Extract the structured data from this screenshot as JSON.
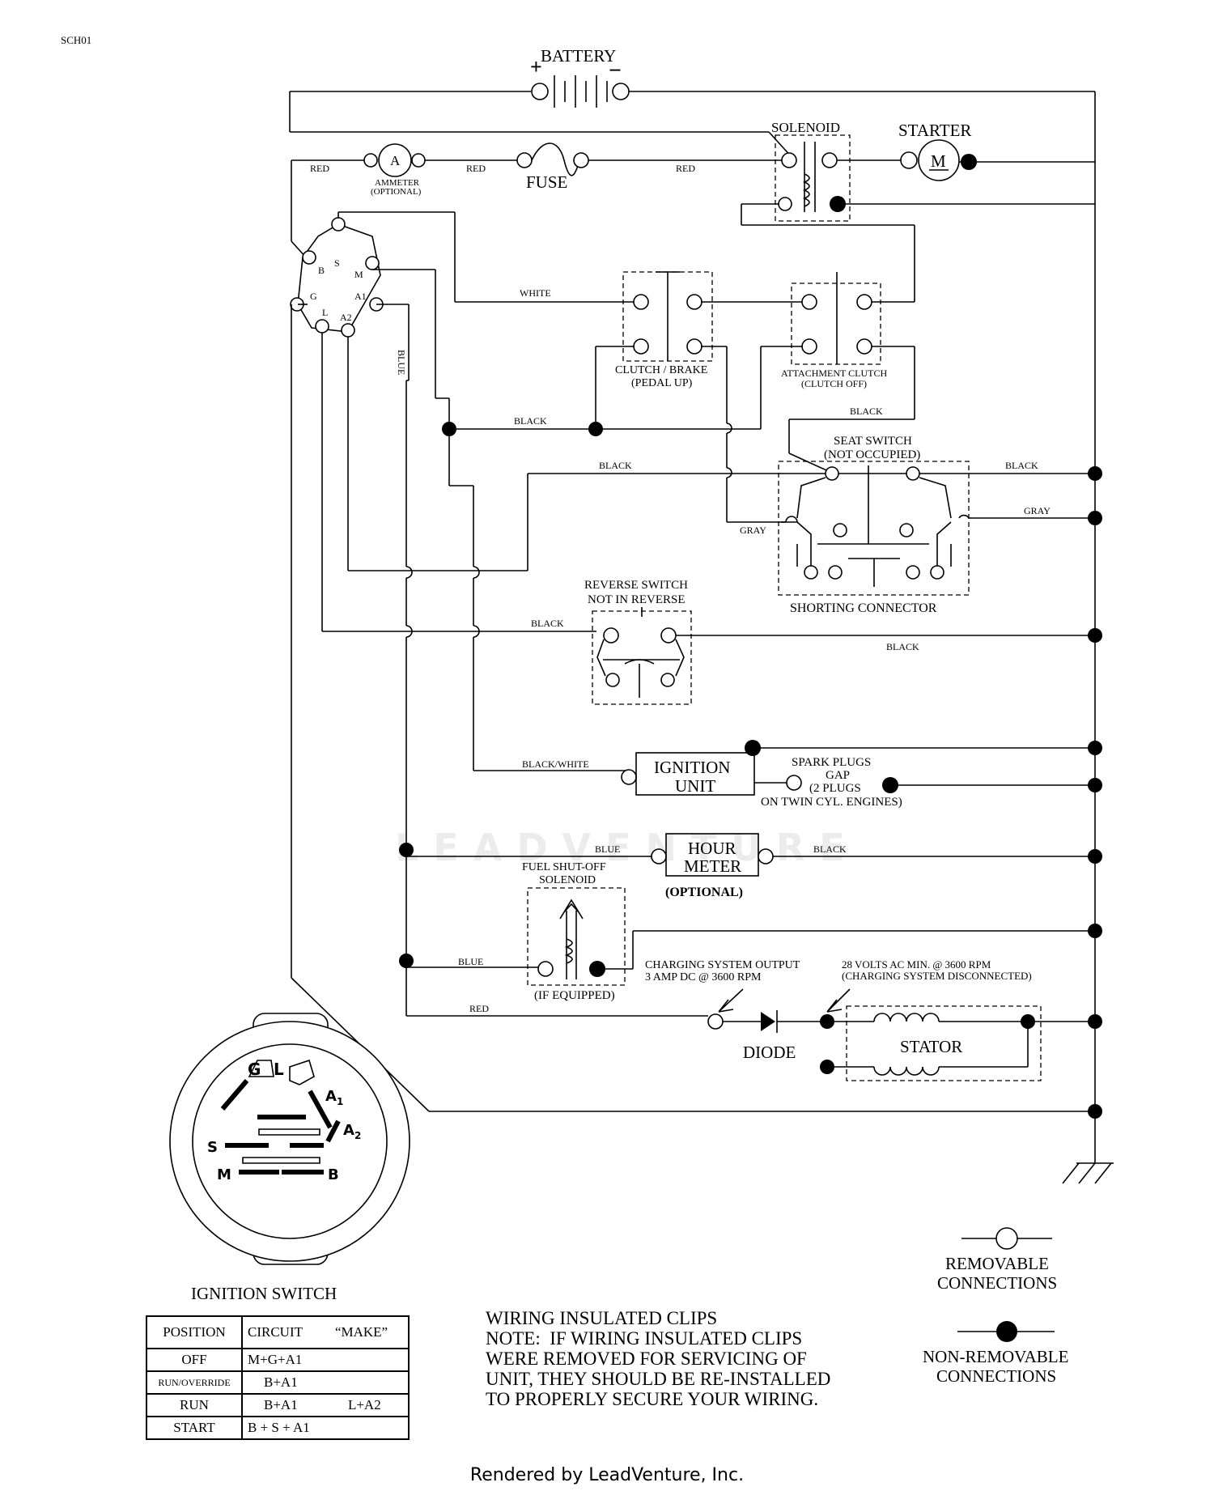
{
  "schematic_id": "SCH01",
  "components": {
    "battery": "BATTERY",
    "solenoid": "SOLENOID",
    "starter": "STARTER",
    "starter_symbol": "M",
    "ammeter_symbol": "A",
    "ammeter_line1": "AMMETER",
    "ammeter_line2": "(OPTIONAL)",
    "fuse": "FUSE",
    "clutch_brake_line1": "CLUTCH / BRAKE",
    "clutch_brake_line2": "(PEDAL UP)",
    "attachment_clutch_line1": "ATTACHMENT CLUTCH",
    "attachment_clutch_line2": "(CLUTCH OFF)",
    "seat_switch_line1": "SEAT SWITCH",
    "seat_switch_line2": "(NOT OCCUPIED)",
    "shorting_connector": "SHORTING CONNECTOR",
    "reverse_switch_line1": "REVERSE SWITCH",
    "reverse_switch_line2": "NOT IN REVERSE",
    "ignition_unit_line1": "IGNITION",
    "ignition_unit_line2": "UNIT",
    "spark_plugs_line1": "SPARK PLUGS",
    "spark_plugs_line2": "GAP",
    "spark_plugs_line3": "(2 PLUGS",
    "spark_plugs_line4": "ON TWIN CYL. ENGINES)",
    "hour_meter_line1": "HOUR",
    "hour_meter_line2": "METER",
    "hour_meter_optional": "(OPTIONAL)",
    "fuel_solenoid_line1": "FUEL SHUT-OFF",
    "fuel_solenoid_line2": "SOLENOID",
    "fuel_solenoid_equipped": "(IF EQUIPPED)",
    "charging_output_line1": "CHARGING SYSTEM OUTPUT",
    "charging_output_line2": "3 AMP DC @ 3600 RPM",
    "volts_line1": "28 VOLTS AC MIN. @ 3600 RPM",
    "volts_line2": "(CHARGING SYSTEM DISCONNECTED)",
    "diode": "DIODE",
    "stator": "STATOR"
  },
  "wire_colors": {
    "red": "RED",
    "white": "WHITE",
    "blue": "BLUE",
    "black": "BLACK",
    "gray": "GRAY",
    "black_white": "BLACK/WHITE"
  },
  "ignition_terminals": [
    "B",
    "S",
    "M",
    "G",
    "L",
    "A1",
    "A2"
  ],
  "ignition_switch": {
    "title": "IGNITION SWITCH",
    "face_letters": {
      "g": "G",
      "l": "L",
      "a1": "A",
      "a1_sub": "1",
      "s": "S",
      "a2": "A",
      "a2_sub": "2",
      "m": "M",
      "b": "B"
    },
    "table_headers": {
      "position": "POSITION",
      "circuit": "CIRCUIT",
      "make": "“MAKE”"
    },
    "rows": [
      {
        "position": "OFF",
        "circuit": "M+G+A1",
        "extra": ""
      },
      {
        "position": "RUN/OVERRIDE",
        "circuit": "B+A1",
        "extra": ""
      },
      {
        "position": "RUN",
        "circuit": "B+A1",
        "extra": "L+A2"
      },
      {
        "position": "START",
        "circuit": "B + S + A1",
        "extra": ""
      }
    ]
  },
  "note": {
    "title": "WIRING INSULATED CLIPS",
    "body": "NOTE:  IF WIRING INSULATED CLIPS\nWERE REMOVED FOR SERVICING OF\nUNIT, THEY SHOULD BE RE-INSTALLED\nTO PROPERLY SECURE YOUR WIRING."
  },
  "legend": {
    "removable_line1": "REMOVABLE",
    "removable_line2": "CONNECTIONS",
    "nonremovable_line1": "NON-REMOVABLE",
    "nonremovable_line2": "CONNECTIONS"
  },
  "watermark": "LEADVENTURE",
  "footer": "Rendered by LeadVenture, Inc."
}
